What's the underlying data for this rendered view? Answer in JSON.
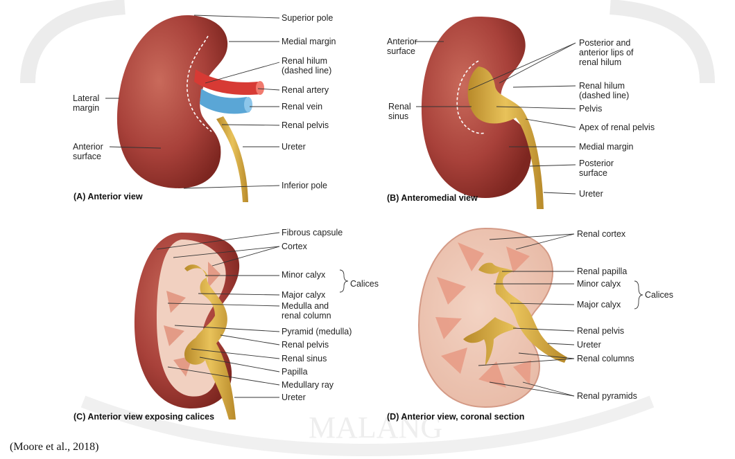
{
  "citation": "(Moore et al., 2018)",
  "watermark": {
    "text": "MALANG"
  },
  "colors": {
    "kidney": "#a8413a",
    "kidney_light": "#c56455",
    "kidney_dark": "#7d2620",
    "ureter": "#d4a93e",
    "artery": "#d73a34",
    "vein": "#5aa6d6",
    "medulla": "#e79a86",
    "cortex_pale": "#f6e0d4"
  },
  "panels": {
    "a": {
      "title": "(A) Anterior view",
      "labels": {
        "superior_pole": "Superior pole",
        "medial_margin": "Medial margin",
        "renal_hilum_1": "Renal hilum",
        "renal_hilum_2": "(dashed line)",
        "renal_artery": "Renal artery",
        "renal_vein": "Renal vein",
        "renal_pelvis": "Renal pelvis",
        "ureter": "Ureter",
        "inferior_pole": "Inferior pole",
        "lateral_margin_1": "Lateral",
        "lateral_margin_2": "margin",
        "anterior_surface_1": "Anterior",
        "anterior_surface_2": "surface"
      }
    },
    "b": {
      "title": "(B) Anteromedial view",
      "labels": {
        "anterior_surface_1": "Anterior",
        "anterior_surface_2": "surface",
        "lips_1": "Posterior and",
        "lips_2": "anterior lips of",
        "lips_3": "renal hilum",
        "renal_hilum_1": "Renal hilum",
        "renal_hilum_2": "(dashed line)",
        "renal_sinus_1": "Renal",
        "renal_sinus_2": "sinus",
        "pelvis": "Pelvis",
        "apex": "Apex of renal pelvis",
        "medial_margin": "Medial margin",
        "posterior_surface_1": "Posterior",
        "posterior_surface_2": "surface",
        "ureter": "Ureter"
      }
    },
    "c": {
      "title": "(C) Anterior view exposing calices",
      "labels": {
        "fibrous_capsule": "Fibrous capsule",
        "cortex": "Cortex",
        "minor_calyx": "Minor calyx",
        "major_calyx": "Major calyx",
        "calices": "Calices",
        "medulla_1": "Medulla and",
        "medulla_2": "renal column",
        "pyramid": "Pyramid (medulla)",
        "renal_pelvis": "Renal pelvis",
        "renal_sinus": "Renal sinus",
        "papilla": "Papilla",
        "medullary_ray": "Medullary ray",
        "ureter": "Ureter"
      }
    },
    "d": {
      "title": "(D) Anterior view, coronal section",
      "labels": {
        "renal_cortex": "Renal cortex",
        "renal_papilla": "Renal papilla",
        "minor_calyx": "Minor calyx",
        "major_calyx": "Major calyx",
        "calices": "Calices",
        "renal_pelvis": "Renal pelvis",
        "ureter": "Ureter",
        "renal_columns": "Renal columns",
        "renal_pyramids": "Renal pyramids"
      }
    }
  }
}
